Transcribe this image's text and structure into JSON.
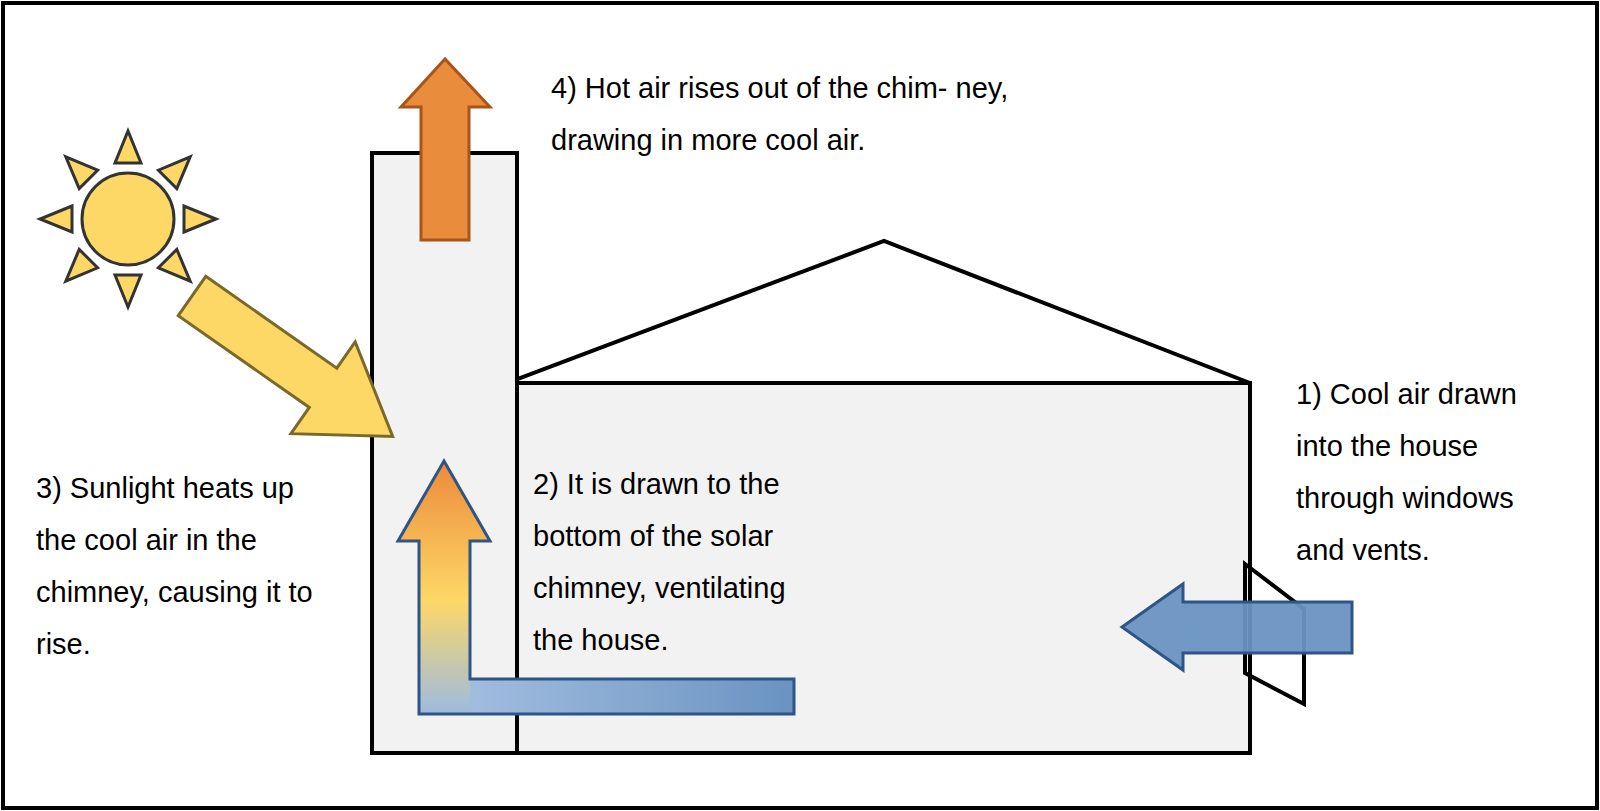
{
  "diagram": {
    "labels": [
      "4) Hot air rises out of the chim- ney, drawing in more cool air.",
      "3) Sunlight heats up the cool air in the chimney, causing it to rise.",
      "2) It is drawn to the bottom of the solar chimney, ventilating the house.",
      "1) Cool air drawn into the house through windows and vents."
    ]
  }
}
